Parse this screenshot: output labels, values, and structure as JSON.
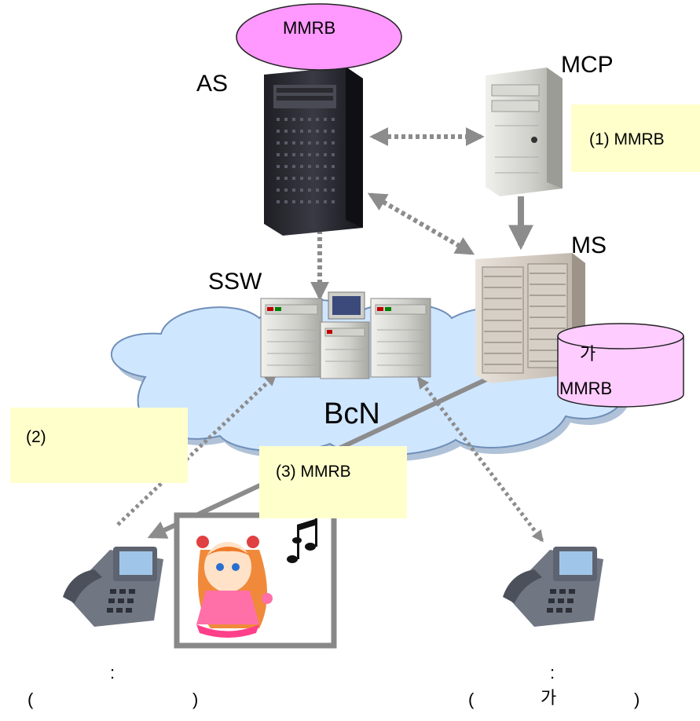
{
  "nodes": {
    "as": "AS",
    "mcp": "MCP",
    "ms": "MS",
    "ssw": "SSW",
    "network": "BcN",
    "as_db": "MMRB",
    "ms_db_line1": "가",
    "ms_db_line2": "MMRB"
  },
  "notes": {
    "step1": "(1) MMRB",
    "step2": "(2)",
    "step3": "(3) MMRB"
  },
  "terminals": {
    "left_colon": ":",
    "left_open": "(",
    "left_close": ")",
    "right_colon": ":",
    "right_open": "(",
    "right_mid": "가",
    "right_close": ")"
  },
  "icons": [
    "server-tower-icon",
    "cloud-icon",
    "database-icon",
    "ip-phone-icon",
    "music-note-icon",
    "character-image"
  ],
  "colors": {
    "cloud_fill": "#cfe6ff",
    "cloud_stroke": "#6f8fb8",
    "ellipse_fill": "#ff99ff",
    "db_fill": "#ffccff",
    "note_fill": "#ffffcc",
    "arrow": "#8c8c8c"
  }
}
